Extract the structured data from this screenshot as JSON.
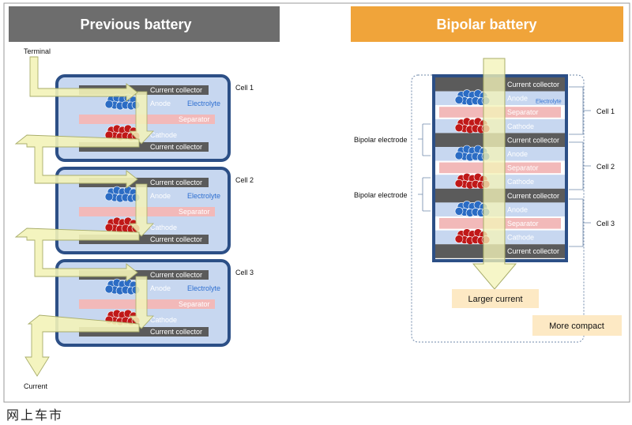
{
  "left_panel": {
    "header": "Previous battery",
    "terminal_label": "Terminal",
    "current_label": "Current",
    "cells": [
      {
        "name": "Cell 1",
        "collector_top": "Current collector",
        "anode": "Anode",
        "electrolyte": "Electrolyte",
        "separator": "Separator",
        "cathode": "Cathode",
        "collector_bottom": "Current collector"
      },
      {
        "name": "Cell 2",
        "collector_top": "Current collector",
        "anode": "Anode",
        "electrolyte": "Electrolyte",
        "separator": "Separator",
        "cathode": "Cathode",
        "collector_bottom": "Current collector"
      },
      {
        "name": "Cell 3",
        "collector_top": "Current collector",
        "anode": "Anode",
        "electrolyte": "Electrolyte",
        "separator": "Separator",
        "cathode": "Cathode",
        "collector_bottom": "Current collector"
      }
    ]
  },
  "right_panel": {
    "header": "Bipolar battery",
    "layers": [
      {
        "type": "collector",
        "label": "Current collector"
      },
      {
        "type": "anode",
        "label": "Anode",
        "extra": "Electrolyte"
      },
      {
        "type": "separator",
        "label": "Separator"
      },
      {
        "type": "cathode",
        "label": "Cathode"
      },
      {
        "type": "collector",
        "label": "Current collector"
      },
      {
        "type": "anode",
        "label": "Anode"
      },
      {
        "type": "separator",
        "label": "Separator"
      },
      {
        "type": "cathode",
        "label": "Cathode"
      },
      {
        "type": "collector",
        "label": "Current collector"
      },
      {
        "type": "anode",
        "label": "Anode"
      },
      {
        "type": "separator",
        "label": "Separator"
      },
      {
        "type": "cathode",
        "label": "Cathode"
      },
      {
        "type": "collector",
        "label": "Current collector"
      }
    ],
    "bipolar_electrode_labels": [
      "Bipolar electrode",
      "Bipolar electrode"
    ],
    "cell_labels": [
      "Cell 1",
      "Cell 2",
      "Cell 3"
    ],
    "larger_current_label": "Larger current",
    "more_compact_label": "More compact"
  },
  "watermark": "网上车市",
  "colors": {
    "left_header_bg": "#6d6d6d",
    "right_header_bg": "#f0a43a",
    "cell_bg": "#c7d7f0",
    "cell_border": "#2c4f86",
    "collector": "#5b5b5b",
    "separator": "#f2b9b9",
    "anode": "#2b6cc4",
    "cathode": "#c01818",
    "arrow_fill": "#f3f3b8",
    "arrow_stroke": "#a8ad6a",
    "electrolyte_text": "#2e6fd0",
    "note_bg": "#fde9c4"
  }
}
